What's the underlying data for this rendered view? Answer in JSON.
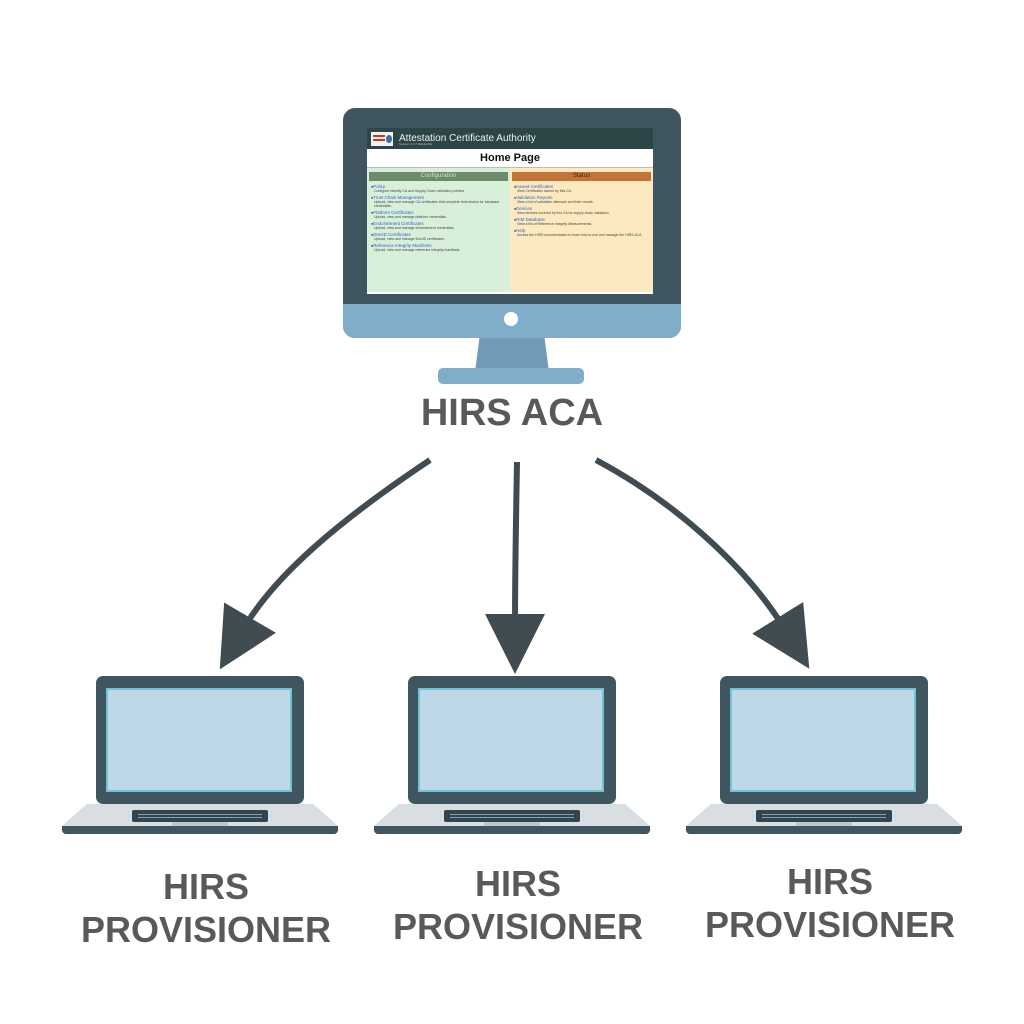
{
  "aca_app": {
    "title": "Attestation Certificate Authority",
    "version": "Version: 1.0.7 RELEASE",
    "page_heading": "Home Page",
    "configuration": {
      "heading": "Configuration",
      "items": [
        {
          "label": "Policy",
          "desc": "Configure Identity CA and Supply Chain validation policies."
        },
        {
          "label": "Trust Chain Management",
          "desc": "Upload, view and manage CA certificates that complete trust chains for hardware credentials."
        },
        {
          "label": "Platform Certificates",
          "desc": "Upload, view and manage platform credentials."
        },
        {
          "label": "Endorsement Certificates",
          "desc": "Upload, view and manage endorsement credentials."
        },
        {
          "label": "IDevID Certificates",
          "desc": "Upload, view and manage IDevID certificates."
        },
        {
          "label": "Reference Integrity Manifests",
          "desc": "Upload, view and manage reference integrity manifests."
        }
      ]
    },
    "status": {
      "heading": "Status",
      "items": [
        {
          "label": "Issued Certificates",
          "desc": "View Certificates issued by this CA."
        },
        {
          "label": "Validation Reports",
          "desc": "View a list of validation attempts and their results."
        },
        {
          "label": "Devices",
          "desc": "View devices covered by this CA for supply chain validation."
        },
        {
          "label": "RIM Database",
          "desc": "View a list of Reference Integrity Measurements."
        },
        {
          "label": "Help",
          "desc": "Access the HIRS documentation to learn how to use and manage the HIRS ACA."
        }
      ]
    }
  },
  "server_label": "HIRS ACA",
  "clients": [
    {
      "line1": "HIRS",
      "line2": "PROVISIONER"
    },
    {
      "line1": "HIRS",
      "line2": "PROVISIONER"
    },
    {
      "line1": "HIRS",
      "line2": "PROVISIONER"
    }
  ],
  "colors": {
    "device_frame": "#3f5661",
    "device_accent": "#7fadca",
    "arrow": "#414c52",
    "label": "#595959"
  }
}
